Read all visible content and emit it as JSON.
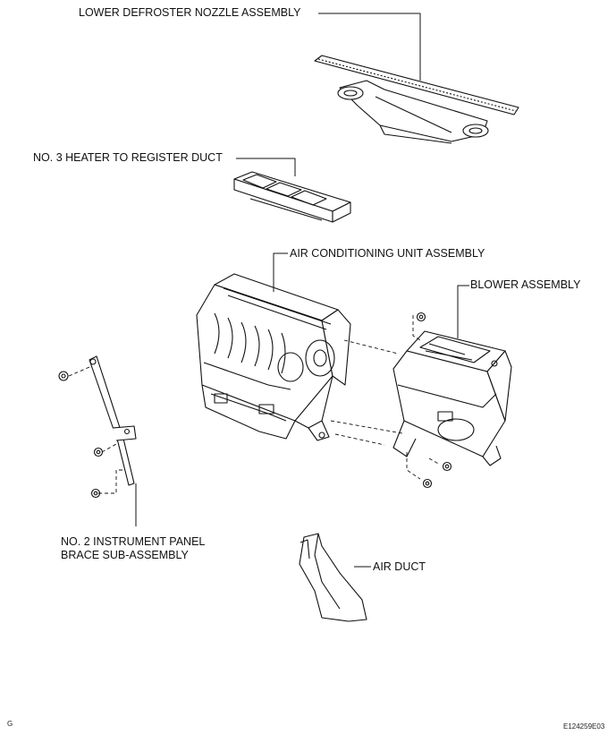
{
  "labels": {
    "lower_defroster_nozzle": "LOWER DEFROSTER NOZZLE ASSEMBLY",
    "heater_to_register_duct": "NO. 3 HEATER TO REGISTER DUCT",
    "air_conditioning_unit": "AIR CONDITIONING UNIT ASSEMBLY",
    "blower_assembly": "BLOWER ASSEMBLY",
    "instrument_panel_brace_line1": "NO. 2 INSTRUMENT PANEL",
    "instrument_panel_brace_line2": "BRACE SUB-ASSEMBLY",
    "air_duct": "AIR DUCT"
  },
  "corner": {
    "left_mark": "G",
    "figure_code": "E124259E03"
  }
}
